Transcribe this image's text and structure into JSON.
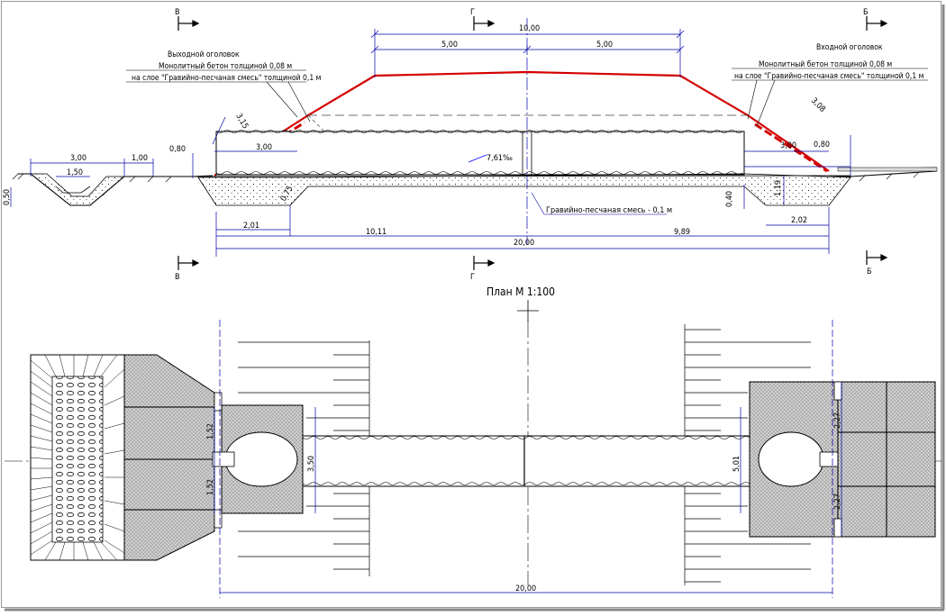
{
  "section": {
    "outlet_head": "Выходной оголовок",
    "inlet_head": "Входной оголовок",
    "concrete_note": "Монолитный бетон толщиной 0,08 м",
    "layer_note": "на слое \"Гравийно-песчаная смесь\" толщиной 0,1 м",
    "gravel_note": "Гравийно-песчаная смесь - 0,1 м",
    "slope": "7,61‰",
    "section_marks": [
      "В",
      "Г",
      "Б"
    ],
    "dims": {
      "crest_total": "10,00",
      "crest_half_left": "5,00",
      "crest_half_right": "5,00",
      "ditch_top": "3,00",
      "ditch_bottom": "1,50",
      "ditch_berm": "1,00",
      "ditch_depth": "0,50",
      "outlet_height": "0,80",
      "outlet_slope": "3,15",
      "outlet_apron": "3,00",
      "outlet_base": "2,01",
      "outlet_wall": "0,75",
      "inlet_slope": "3,08",
      "inlet_apron": "3,00",
      "inlet_height": "0,80",
      "inlet_depth": "0,40",
      "inlet_wall": "1,19",
      "inlet_base": "2,02",
      "left_part": "10,11",
      "right_part": "9,89",
      "total": "20,00"
    }
  },
  "plan": {
    "title": "План М 1:100",
    "dims": {
      "pipe_width": "3,50",
      "outlet_half_top": "1,52",
      "outlet_half_bottom": "1,52",
      "inlet_width": "5,01",
      "inlet_half_top": "2,27",
      "inlet_half_bottom": "2,27",
      "total": "20,00"
    }
  }
}
